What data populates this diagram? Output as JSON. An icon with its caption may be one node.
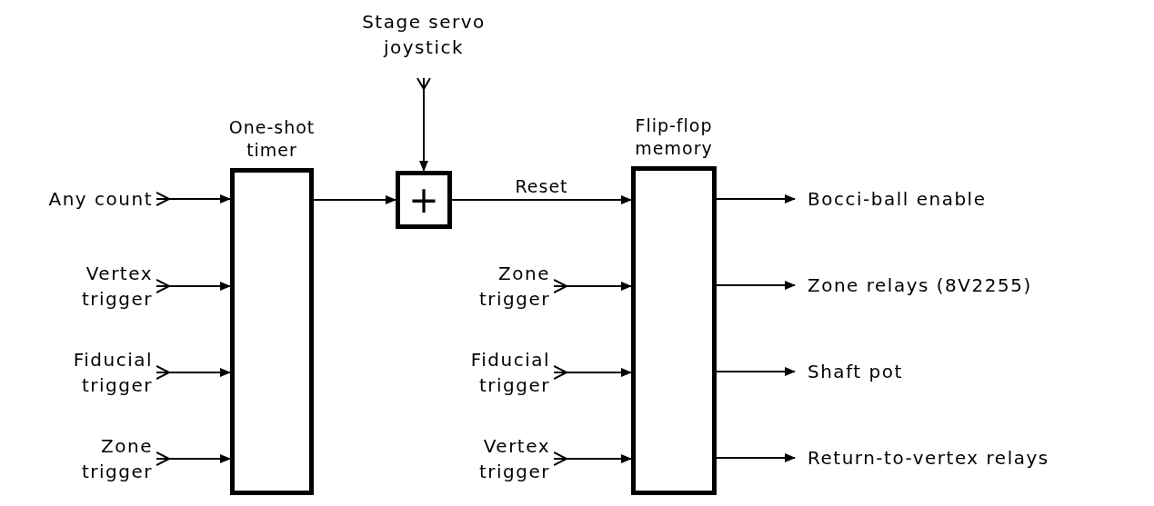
{
  "diagram": {
    "nodes": [
      {
        "text": [
          "One-shot timer"
        ]
      },
      {
        "text": [
          "Any count"
        ]
      },
      {
        "text": [
          "Vertex trigger"
        ]
      },
      {
        "text": [
          "Fiducial trigger"
        ]
      },
      {
        "text": [
          "Zone trigger"
        ]
      },
      {
        "text": [
          "Stage servo joystick"
        ]
      },
      {
        "text": [
          "+"
        ]
      },
      {
        "text": [
          "Flip-flop memory"
        ]
      },
      {
        "text": [
          "Zone trigger"
        ]
      },
      {
        "text": [
          "Fiducial trigger"
        ]
      },
      {
        "text": [
          "Vertex trigger"
        ]
      },
      {
        "text": [
          "Bocci-ball enable"
        ]
      },
      {
        "text": [
          "Zone relays (8V2255)"
        ]
      },
      {
        "text": [
          "Shaft pot"
        ]
      },
      {
        "text": [
          "Return-to-vertex relays"
        ]
      }
    ],
    "edges": [
      {
        "from": 1,
        "to": 0,
        "arrow": "to"
      },
      {
        "from": 2,
        "to": 0,
        "arrow": "to"
      },
      {
        "from": 3,
        "to": 0,
        "arrow": "to"
      },
      {
        "from": 4,
        "to": 0,
        "arrow": "to"
      },
      {
        "from": 5,
        "to": 6,
        "arrow": "to"
      },
      {
        "from": 0,
        "to": 6,
        "arrow": "to"
      },
      {
        "from": 6,
        "to": 7,
        "arrow": "to",
        "label": "Reset"
      },
      {
        "from": 8,
        "to": 7,
        "arrow": "to"
      },
      {
        "from": 9,
        "to": 7,
        "arrow": "to"
      },
      {
        "from": 10,
        "to": 7,
        "arrow": "to"
      },
      {
        "from": 7,
        "to": 11,
        "arrow": "to"
      },
      {
        "from": 7,
        "to": 12,
        "arrow": "to"
      },
      {
        "from": 7,
        "to": 13,
        "arrow": "to"
      },
      {
        "from": 7,
        "to": 14,
        "arrow": "to"
      }
    ]
  }
}
